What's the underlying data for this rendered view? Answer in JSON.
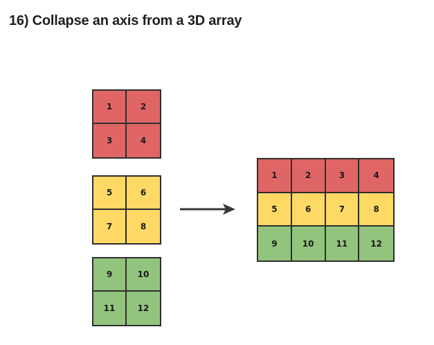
{
  "title": "16) Collapse an axis from a 3D array",
  "colors": {
    "red": "#e06666",
    "yellow": "#ffd966",
    "green": "#93c47d",
    "border": "#2e2e2e",
    "arrow": "#3a3a3a"
  },
  "input_blocks": [
    {
      "color": "red",
      "values": [
        "1",
        "2",
        "3",
        "4"
      ]
    },
    {
      "color": "yellow",
      "values": [
        "5",
        "6",
        "7",
        "8"
      ]
    },
    {
      "color": "green",
      "values": [
        "9",
        "10",
        "11",
        "12"
      ]
    }
  ],
  "output_block": {
    "rows": [
      {
        "color": "red",
        "values": [
          "1",
          "2",
          "3",
          "4"
        ]
      },
      {
        "color": "yellow",
        "values": [
          "5",
          "6",
          "7",
          "8"
        ]
      },
      {
        "color": "green",
        "values": [
          "9",
          "10",
          "11",
          "12"
        ]
      }
    ]
  },
  "arrow_icon": "right-arrow-icon"
}
